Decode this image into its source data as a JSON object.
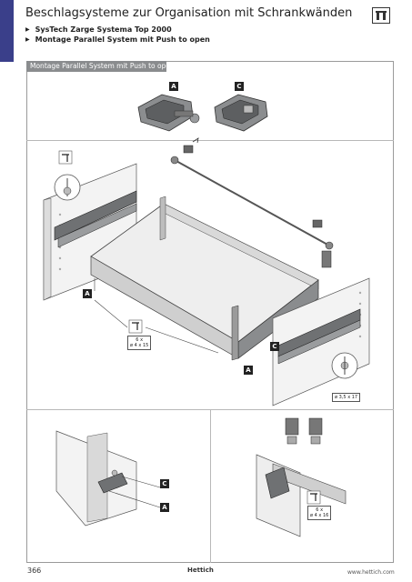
{
  "header": {
    "title": "Beschlagsysteme zur Organisation mit Schrankwänden",
    "breadcrumbs": [
      "SysTech Zarge Systema Top 2000",
      "Montage Parallel System mit Push to open"
    ]
  },
  "section": {
    "title": "Montage Parallel System mit Push to open"
  },
  "labels": {
    "a": "A",
    "c": "C"
  },
  "screws": {
    "left_count": "6 x",
    "left_size": "ø 4 x 15",
    "right_size": "ø 3,5 x 17",
    "bottom_count": "6 x",
    "bottom_size": "ø 4 x 16"
  },
  "footer": {
    "page_number": "366",
    "brand": "Hettich",
    "url": "www.hettich.com"
  },
  "colors": {
    "side_tab": "#3a3f8a",
    "section_bar": "#8a8c8e"
  }
}
